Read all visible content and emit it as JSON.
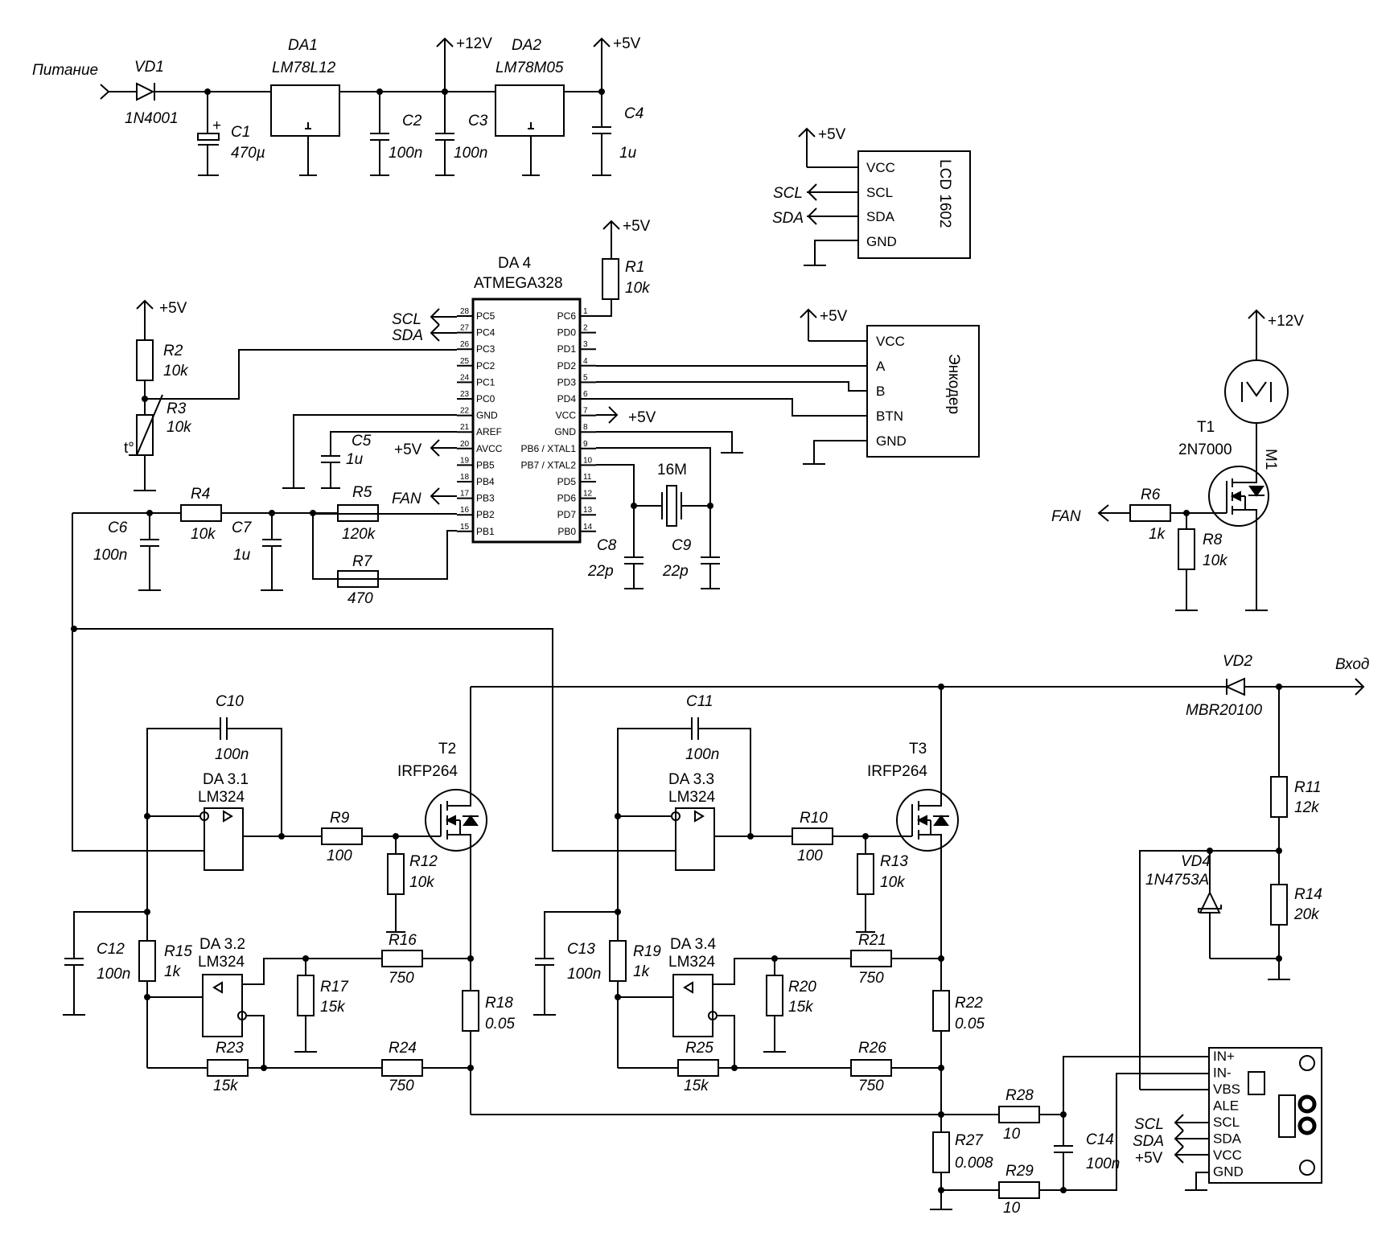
{
  "power": {
    "input_label": "Питание",
    "vd1": {
      "name": "VD1",
      "part": "1N4001"
    },
    "c1": {
      "name": "C1",
      "value": "470µ",
      "plus": "+"
    },
    "da1": {
      "name": "DA1",
      "part": "LM78L12"
    },
    "c2": {
      "name": "C2",
      "value": "100n"
    },
    "rail12": "+12V",
    "c3": {
      "name": "C3",
      "value": "100n"
    },
    "da2": {
      "name": "DA2",
      "part": "LM78M05"
    },
    "rail5": "+5V",
    "c4": {
      "name": "C4",
      "value": "1u"
    }
  },
  "lcd": {
    "title": "LCD 1602",
    "rail": "+5V",
    "pins": [
      "VCC",
      "SCL",
      "SDA",
      "GND"
    ],
    "scl": "SCL",
    "sda": "SDA"
  },
  "encoder": {
    "title": "Энкодер",
    "rail": "+5V",
    "pins": [
      "VCC",
      "A",
      "B",
      "BTN",
      "GND"
    ]
  },
  "mcu": {
    "name": "DA 4",
    "part": "ATMEGA328",
    "left_pins": [
      {
        "num": "28",
        "name": "PC5"
      },
      {
        "num": "27",
        "name": "PC4"
      },
      {
        "num": "26",
        "name": "PC3"
      },
      {
        "num": "25",
        "name": "PC2"
      },
      {
        "num": "24",
        "name": "PC1"
      },
      {
        "num": "23",
        "name": "PC0"
      },
      {
        "num": "22",
        "name": "GND"
      },
      {
        "num": "21",
        "name": "AREF"
      },
      {
        "num": "20",
        "name": "AVCC"
      },
      {
        "num": "19",
        "name": "PB5"
      },
      {
        "num": "18",
        "name": "PB4"
      },
      {
        "num": "17",
        "name": "PB3"
      },
      {
        "num": "16",
        "name": "PB2"
      },
      {
        "num": "15",
        "name": "PB1"
      }
    ],
    "right_pins": [
      {
        "num": "1",
        "name": "PC6"
      },
      {
        "num": "2",
        "name": "PD0"
      },
      {
        "num": "3",
        "name": "PD1"
      },
      {
        "num": "4",
        "name": "PD2"
      },
      {
        "num": "5",
        "name": "PD3"
      },
      {
        "num": "6",
        "name": "PD4"
      },
      {
        "num": "7",
        "name": "VCC"
      },
      {
        "num": "8",
        "name": "GND"
      },
      {
        "num": "9",
        "name": "PB6 / XTAL1"
      },
      {
        "num": "10",
        "name": "PB7 / XTAL2"
      },
      {
        "num": "11",
        "name": "PD5"
      },
      {
        "num": "12",
        "name": "PD6"
      },
      {
        "num": "13",
        "name": "PD7"
      },
      {
        "num": "14",
        "name": "PB0"
      }
    ],
    "net_scl": "SCL",
    "net_sda": "SDA",
    "net_avcc": "+5V",
    "net_fan": "FAN",
    "net_vcc": "+5V"
  },
  "r1": {
    "name": "R1",
    "value": "10k",
    "rail": "+5V"
  },
  "r2": {
    "name": "R2",
    "value": "10k",
    "rail": "+5V"
  },
  "r3": {
    "name": "R3",
    "value": "10k",
    "symbol": "t°"
  },
  "c5": {
    "name": "C5",
    "value": "1u"
  },
  "r4": {
    "name": "R4",
    "value": "10k"
  },
  "r5": {
    "name": "R5",
    "value": "120k"
  },
  "r7": {
    "name": "R7",
    "value": "470"
  },
  "c6": {
    "name": "C6",
    "value": "100n"
  },
  "c7": {
    "name": "C7",
    "value": "1u"
  },
  "xtal": {
    "name": "16M"
  },
  "c8": {
    "name": "C8",
    "value": "22p"
  },
  "c9": {
    "name": "C9",
    "value": "22p"
  },
  "fan": {
    "rail": "+12V",
    "t1": {
      "name": "T1",
      "part": "2N7000"
    },
    "m1": "M1",
    "r6": {
      "name": "R6",
      "value": "1k"
    },
    "r8": {
      "name": "R8",
      "value": "10k"
    },
    "net": "FAN"
  },
  "input": {
    "label": "Вход",
    "vd2": {
      "name": "VD2",
      "part": "MBR20100"
    },
    "r11": {
      "name": "R11",
      "value": "12k"
    },
    "r14": {
      "name": "R14",
      "value": "20k"
    },
    "vd4": {
      "name": "VD4",
      "part": "1N4753A"
    }
  },
  "ch1": {
    "c10": {
      "name": "C10",
      "value": "100n"
    },
    "oa1": {
      "name": "DA 3.1",
      "part": "LM324"
    },
    "r9": {
      "name": "R9",
      "value": "100"
    },
    "r12": {
      "name": "R12",
      "value": "10k"
    },
    "t": {
      "name": "T2",
      "part": "IRFP264"
    },
    "c12": {
      "name": "C12",
      "value": "100n"
    },
    "r15": {
      "name": "R15",
      "value": "1k"
    },
    "oa2": {
      "name": "DA 3.2",
      "part": "LM324"
    },
    "r16": {
      "name": "R16",
      "value": "750"
    },
    "r17": {
      "name": "R17",
      "value": "15k"
    },
    "r18": {
      "name": "R18",
      "value": "0.05"
    },
    "r23": {
      "name": "R23",
      "value": "15k"
    },
    "r24": {
      "name": "R24",
      "value": "750"
    }
  },
  "ch2": {
    "c11": {
      "name": "C11",
      "value": "100n"
    },
    "oa1": {
      "name": "DA 3.3",
      "part": "LM324"
    },
    "r10": {
      "name": "R10",
      "value": "100"
    },
    "r13": {
      "name": "R13",
      "value": "10k"
    },
    "t": {
      "name": "T3",
      "part": "IRFP264"
    },
    "c13": {
      "name": "C13",
      "value": "100n"
    },
    "r19": {
      "name": "R19",
      "value": "1k"
    },
    "oa2": {
      "name": "DA 3.4",
      "part": "LM324"
    },
    "r21": {
      "name": "R21",
      "value": "750"
    },
    "r20": {
      "name": "R20",
      "value": "15k"
    },
    "r22": {
      "name": "R22",
      "value": "0.05"
    },
    "r25": {
      "name": "R25",
      "value": "15k"
    },
    "r26": {
      "name": "R26",
      "value": "750"
    }
  },
  "sense": {
    "r27": {
      "name": "R27",
      "value": "0.008"
    },
    "r28": {
      "name": "R28",
      "value": "10"
    },
    "r29": {
      "name": "R29",
      "value": "10"
    },
    "c14": {
      "name": "C14",
      "value": "100n"
    },
    "module_pins": [
      "IN+",
      "IN-",
      "VBS",
      "ALE",
      "SCL",
      "SDA",
      "VCC",
      "GND"
    ],
    "net_scl": "SCL",
    "net_sda": "SDA",
    "net_vcc": "+5V"
  }
}
